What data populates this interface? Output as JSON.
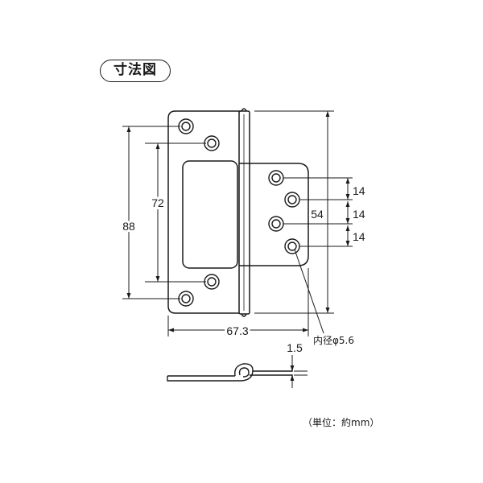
{
  "title": "寸法図",
  "dimensions": {
    "overall_height": "88",
    "hole_pitch_outer": "72",
    "leaf_width": "67.3",
    "right_leaf_height": "54",
    "hole_pitch_1": "14",
    "hole_pitch_2": "14",
    "hole_pitch_3": "14",
    "hole_diameter": "内径φ5.6",
    "thickness": "1.5"
  },
  "unit_note": "（単位：約mm）"
}
